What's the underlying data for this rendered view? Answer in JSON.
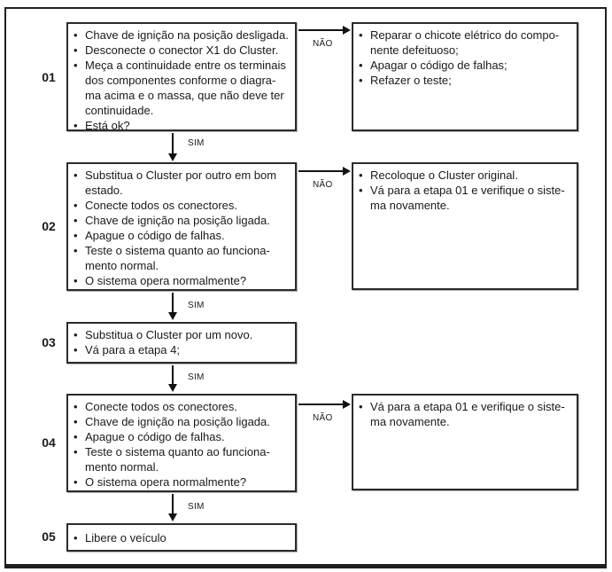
{
  "flow": {
    "bullet": "•",
    "yes_label": "SIM",
    "no_label": "NÃO",
    "colors": {
      "ink": "#1a1a1a",
      "background": "#ffffff"
    },
    "steps": [
      {
        "number": "01",
        "box": {
          "items": [
            "Chave de ignição na posição desligada.",
            "Desconecte o conector X1 do Cluster.",
            "Meça a continuidade entre os terminais\ndos componentes conforme o diagra-\nma acima e o massa, que não deve ter\ncontinuidade.",
            "Está ok?"
          ]
        },
        "no_box": {
          "items": [
            "Reparar o chicote elétrico do compo-\nnente defeituoso;",
            "Apagar o código de falhas;",
            "Refazer o teste;"
          ]
        }
      },
      {
        "number": "02",
        "box": {
          "items": [
            "Substitua o Cluster por outro em bom\nestado.",
            "Conecte todos os conectores.",
            "Chave de ignição na posição ligada.",
            "Apague o código de falhas.",
            "Teste o sistema quanto ao funciona-\nmento normal.",
            "O sistema opera normalmente?"
          ]
        },
        "no_box": {
          "items": [
            "Recoloque o Cluster original.",
            "Vá para a etapa 01 e verifique o siste-\nma novamente."
          ]
        }
      },
      {
        "number": "03",
        "box": {
          "items": [
            "Substitua o Cluster por um novo.",
            "Vá para a etapa 4;"
          ]
        }
      },
      {
        "number": "04",
        "box": {
          "items": [
            "Conecte todos os conectores.",
            "Chave de ignição na posição ligada.",
            "Apague o código de falhas.",
            "Teste o sistema quanto ao funciona-\nmento normal.",
            "O sistema opera normalmente?"
          ]
        },
        "no_box": {
          "items": [
            "Vá para a etapa 01 e verifique o siste-\nma novamente."
          ]
        }
      },
      {
        "number": "05",
        "box": {
          "items": [
            "Libere o veículo"
          ]
        }
      }
    ]
  }
}
